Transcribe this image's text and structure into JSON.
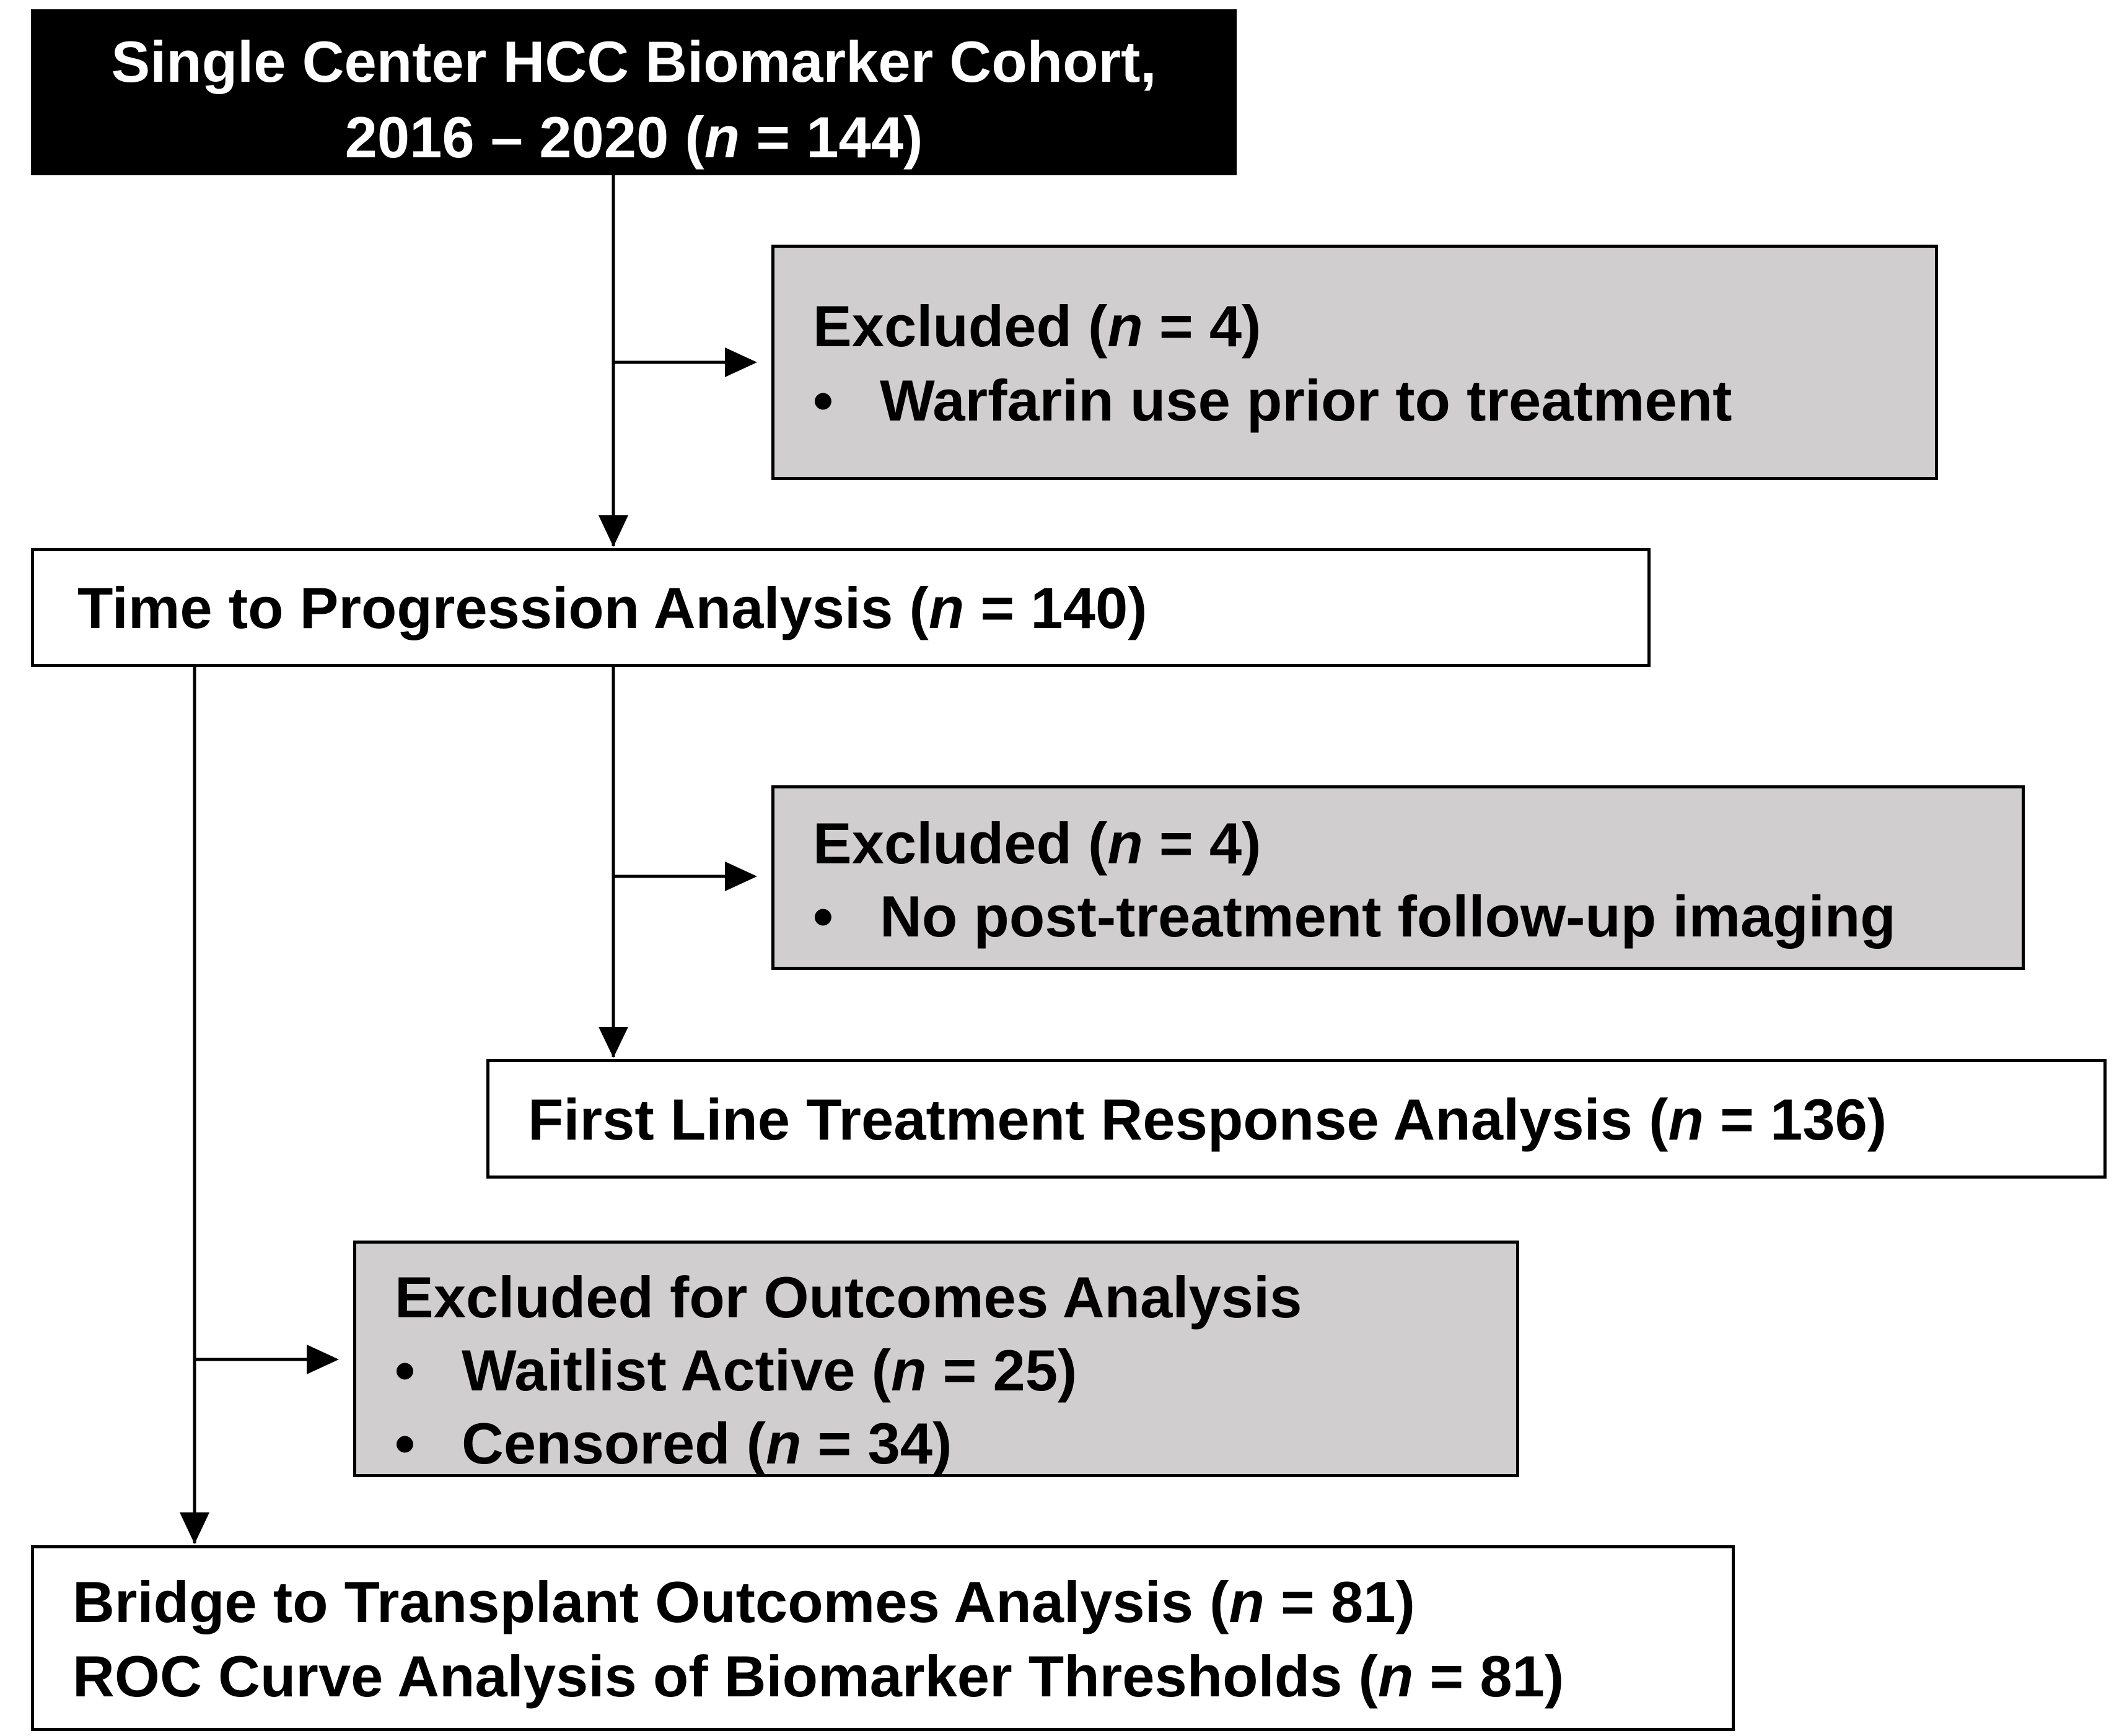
{
  "cohort": {
    "line1": "Single Center HCC Biomarker Cohort,",
    "line2_prefix": "2016 – 2020 (",
    "n_symbol": "n",
    "line2_suffix": " = 144)"
  },
  "excluded_warfarin": {
    "title_prefix": "Excluded (",
    "n_symbol": "n",
    "title_suffix": " = 4)",
    "bullet_symbol": "•",
    "item": "Warfarin use prior to treatment"
  },
  "ttp": {
    "text_prefix": "Time to Progression Analysis (",
    "n_symbol": "n",
    "text_suffix": " = 140)"
  },
  "excluded_imaging": {
    "title_prefix": "Excluded (",
    "n_symbol": "n",
    "title_suffix": " = 4)",
    "bullet_symbol": "•",
    "item": "No post-treatment follow-up imaging"
  },
  "first_line": {
    "text_prefix": "First Line Treatment Response Analysis (",
    "n_symbol": "n",
    "text_suffix": " = 136)"
  },
  "excluded_outcomes": {
    "title": "Excluded for Outcomes Analysis",
    "bullet_symbol": "•",
    "items": [
      {
        "prefix": "Waitlist Active (",
        "n_symbol": "n",
        "suffix": " = 25)"
      },
      {
        "prefix": "Censored (",
        "n_symbol": "n",
        "suffix": " = 34)"
      }
    ]
  },
  "bridge": {
    "line1_prefix": "Bridge to Transplant Outcomes Analysis (",
    "line1_n_symbol": "n",
    "line1_suffix": " = 81)",
    "line2_prefix": "ROC Curve Analysis of Biomarker Thresholds (",
    "line2_n_symbol": "n",
    "line2_suffix": " = 81)"
  },
  "colors": {
    "header_fill": "#000000",
    "header_text": "#ffffff",
    "excluded_fill": "#d0cece",
    "included_fill": "#ffffff",
    "stroke": "#000000"
  }
}
